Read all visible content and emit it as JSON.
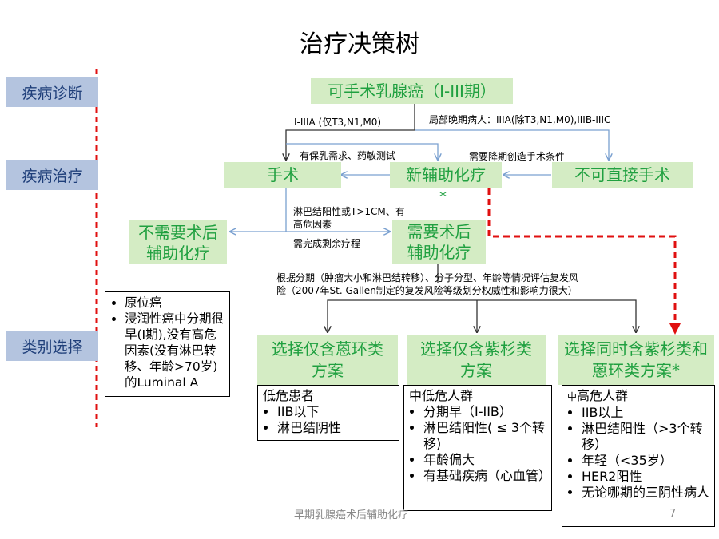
{
  "title": "治疗决策树",
  "categories": {
    "diagnosis": "疾病诊断",
    "treatment": "疾病治疗",
    "selection": "类别选择"
  },
  "nodes": {
    "operable": "可手术乳腺癌（I-III期）",
    "surgery": "手术",
    "neoadjuvant": "新辅助化疗",
    "neoadjuvant_star": "*",
    "not_direct": "不可直接手术",
    "no_adjuvant": "不需要术后辅助化疗",
    "need_adjuvant": "需要术后辅助化疗",
    "opt_anthracycline": "选择仅含蒽环类方案",
    "opt_taxane": "选择仅含紫杉类方案",
    "opt_both": "选择同时含紫杉类和蒽环类方案*"
  },
  "edge_labels": {
    "early": "I-IIIA (仅T3,N1,M0)",
    "advanced": "局部晚期病人：IIIA(除T3,N1,M0),IIIB-IIIC",
    "breast_conserve": "有保乳需求、药敏测试",
    "downstage": "需要降期创造手术条件",
    "lymph_line1": "淋巴结阳性或T>1CM、有",
    "lymph_line2": "高危因素",
    "complete": "需完成剩余疗程",
    "assess_line1": "根据分期（肿瘤大小和淋巴结转移）、分子分型、年龄等情况评估复发风",
    "assess_line2": "险（2007年St. Gallen制定的复发风险等级划分权威性和影响力很大）"
  },
  "no_adjuvant_list": [
    "原位癌",
    "浸润性癌中分期很早(I期),没有高危因素(没有淋巴转移、年龄>70岁) 的Luminal A"
  ],
  "low_risk": {
    "heading": "低危患者",
    "items": [
      "IIB以下",
      "淋巴结阴性"
    ]
  },
  "mid_risk": {
    "heading": "中低危人群",
    "items": [
      "分期早（I-IIB）",
      "淋巴结阳性( ≤ 3个转移)",
      "年龄偏大",
      "有基础疾病（心血管）"
    ]
  },
  "high_risk": {
    "heading_prefix": "中",
    "heading": "高危人群",
    "items": [
      "IIB以上",
      "淋巴结阳性（>3个转移）",
      "年轻（<35岁）",
      "HER2阳性",
      "无论哪期的三阴性病人"
    ]
  },
  "footer": {
    "text": "早期乳腺癌术后辅助化疗",
    "page": "7"
  },
  "colors": {
    "green_box": "#d4ecc4",
    "green_text": "#20a040",
    "category_bg": "#b4c4df",
    "category_text": "#1f3f7a",
    "arrow_blue": "#7aa0d0",
    "dashed_red": "#e01010"
  }
}
